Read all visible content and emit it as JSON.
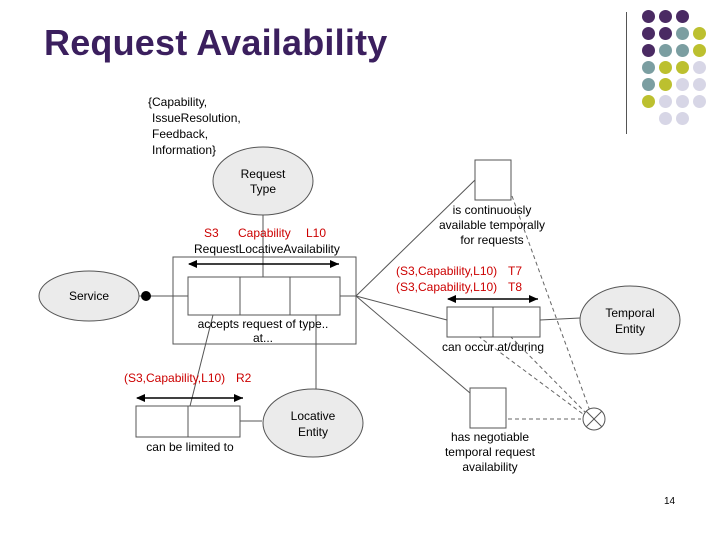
{
  "slide": {
    "title": "Request Availability",
    "page_number": "14"
  },
  "decor": {
    "colors": {
      "purple": "#4a2a63",
      "teal": "#7b9ea1",
      "olive": "#bcc02f",
      "lavender": "#d7d6e6"
    }
  },
  "diagram": {
    "set_label": [
      "{Capability,",
      "IssueResolution,",
      "Feedback,",
      "Information}"
    ],
    "request_type": [
      "Request",
      "Type"
    ],
    "s3": "S3",
    "capability": "Capability",
    "l10": "L10",
    "relation_name": "RequestLocativeAvailability",
    "service": "Service",
    "accepts": [
      "accepts request of type..",
      "at..."
    ],
    "r2_tuple": "(S3,Capability,L10)",
    "r2": "R2",
    "limited": "can be limited to",
    "locative_entity": [
      "Locative",
      "Entity"
    ],
    "continuous": [
      "is continuously",
      "available temporally",
      "for requests"
    ],
    "t7_tuple": "(S3,Capability,L10)",
    "t7": "T7",
    "t8_tuple": "(S3,Capability,L10)",
    "t8": "T8",
    "occur": "can occur at/during",
    "temporal_entity": [
      "Temporal",
      "Entity"
    ],
    "negotiable": [
      "has negotiable",
      "temporal request",
      "availability"
    ]
  }
}
